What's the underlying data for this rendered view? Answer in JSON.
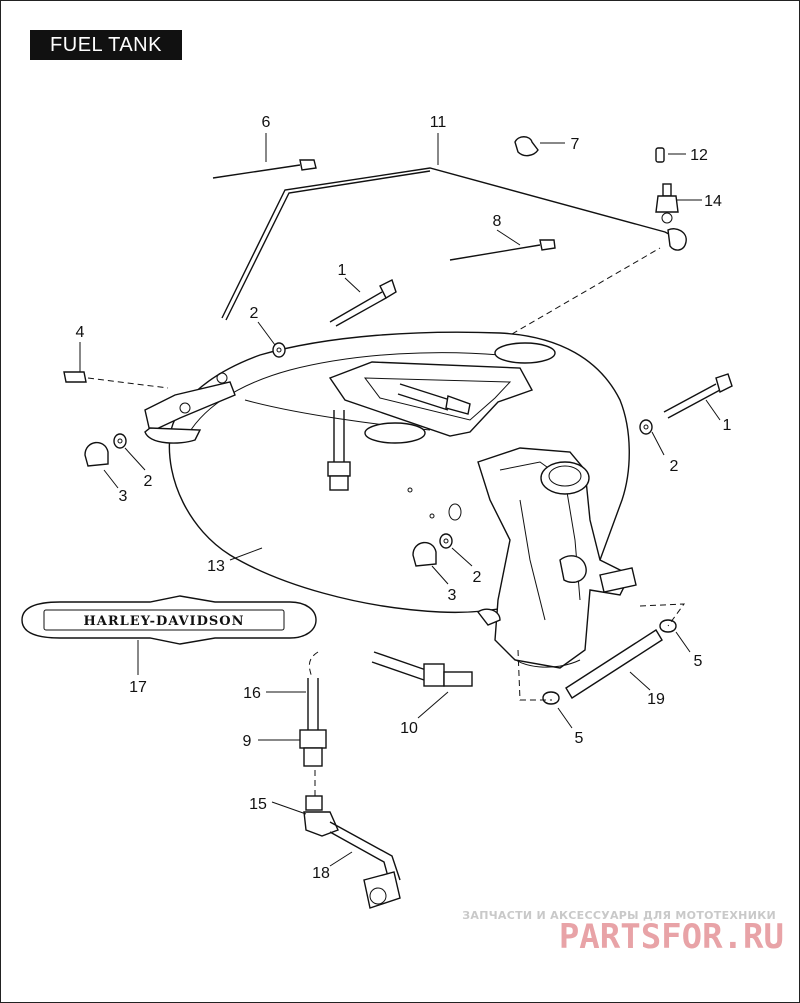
{
  "title": "FUEL TANK",
  "callouts": [
    {
      "id": "c6",
      "label": "6"
    },
    {
      "id": "c11",
      "label": "11"
    },
    {
      "id": "c7",
      "label": "7"
    },
    {
      "id": "c12",
      "label": "12"
    },
    {
      "id": "c14",
      "label": "14"
    },
    {
      "id": "c8",
      "label": "8"
    },
    {
      "id": "c1a",
      "label": "1"
    },
    {
      "id": "c4",
      "label": "4"
    },
    {
      "id": "c2a",
      "label": "2"
    },
    {
      "id": "c1b",
      "label": "1"
    },
    {
      "id": "c2b",
      "label": "2"
    },
    {
      "id": "c3a",
      "label": "3"
    },
    {
      "id": "c2c",
      "label": "2"
    },
    {
      "id": "c2d",
      "label": "2"
    },
    {
      "id": "c3b",
      "label": "3"
    },
    {
      "id": "c13",
      "label": "13"
    },
    {
      "id": "c5a",
      "label": "5"
    },
    {
      "id": "c19",
      "label": "19"
    },
    {
      "id": "c17",
      "label": "17"
    },
    {
      "id": "c16",
      "label": "16"
    },
    {
      "id": "c10",
      "label": "10"
    },
    {
      "id": "c5b",
      "label": "5"
    },
    {
      "id": "c9",
      "label": "9"
    },
    {
      "id": "c15",
      "label": "15"
    },
    {
      "id": "c18",
      "label": "18"
    }
  ],
  "emblem": {
    "text": "HARLEY-DAVIDSON"
  },
  "watermark": {
    "caption": "ЗАПЧАСТИ И АКСЕССУАРЫ ДЛЯ МОТОТЕХНИКИ",
    "logo": "PARTSFOR.RU",
    "color": "#e8a3a7"
  },
  "colors": {
    "line": "#111111",
    "background": "#ffffff",
    "title_bg": "#111111"
  }
}
